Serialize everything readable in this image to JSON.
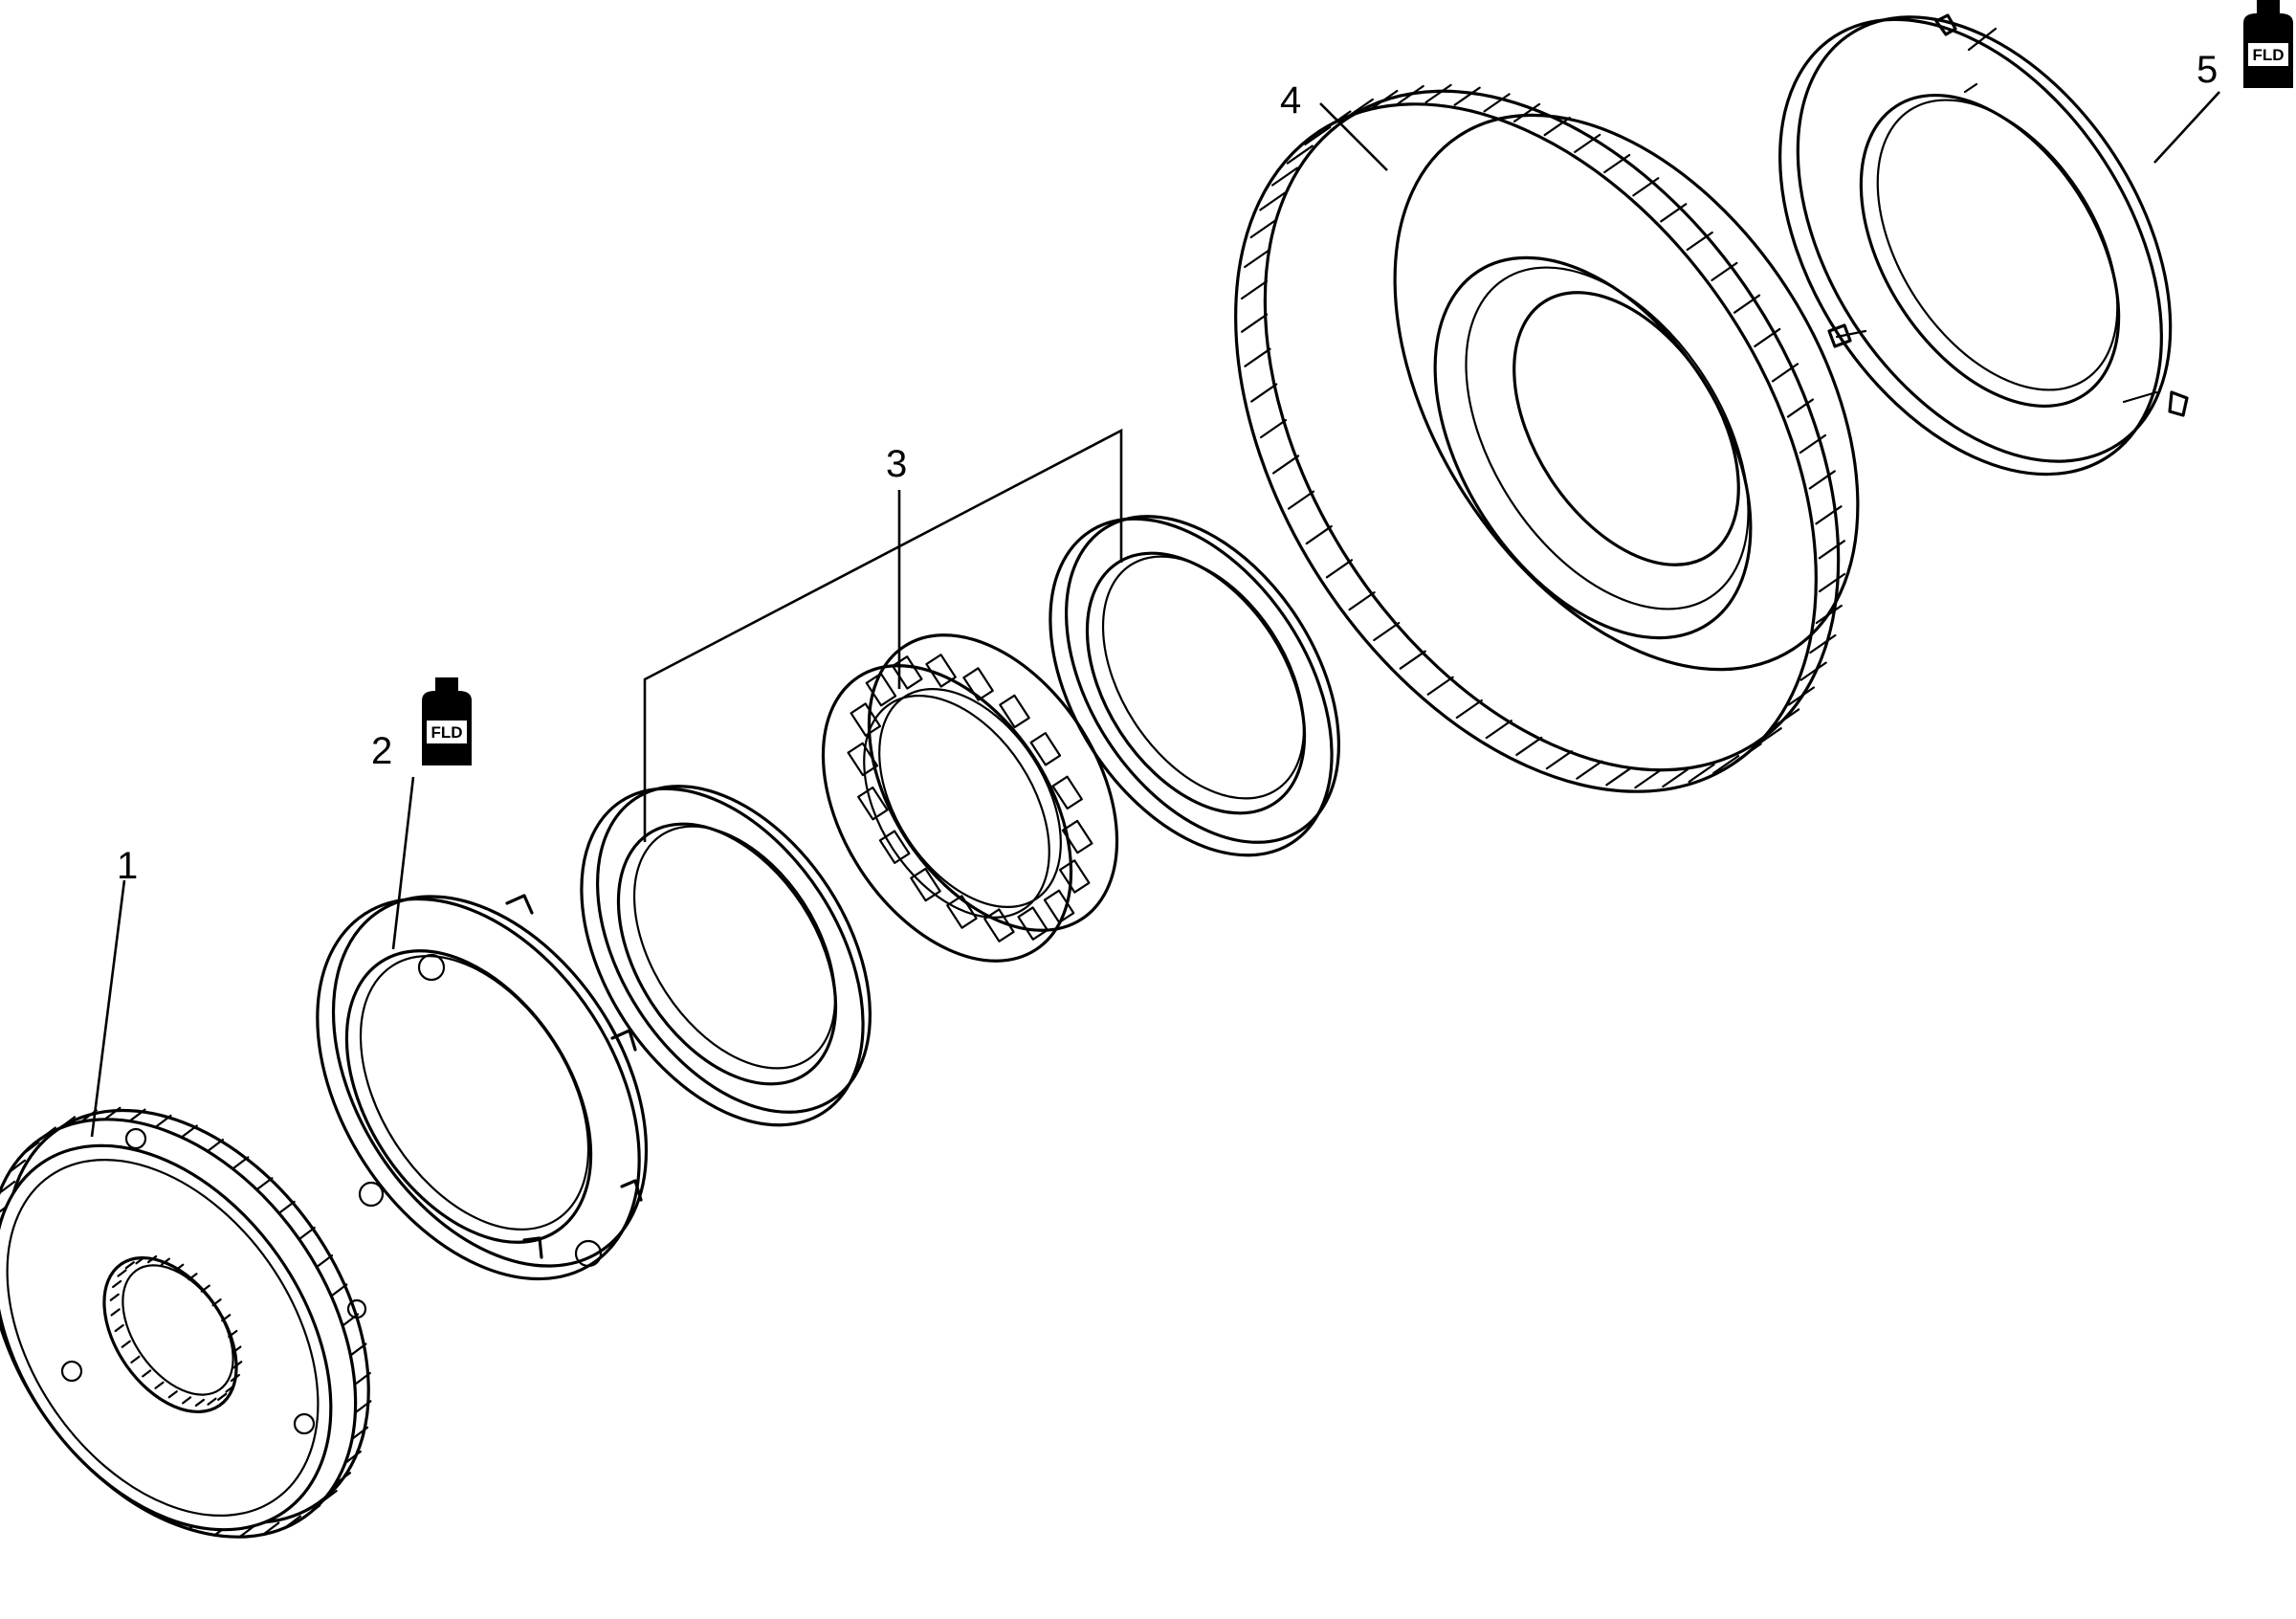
{
  "callouts": [
    {
      "label": "1"
    },
    {
      "label": "2"
    },
    {
      "label": "3"
    },
    {
      "label": "4"
    },
    {
      "label": "5"
    }
  ],
  "fluid_badge": {
    "text": "FLD",
    "icon": "fluid-bottle-icon"
  },
  "colors": {
    "ink": "#000000",
    "paper": "#ffffff"
  }
}
